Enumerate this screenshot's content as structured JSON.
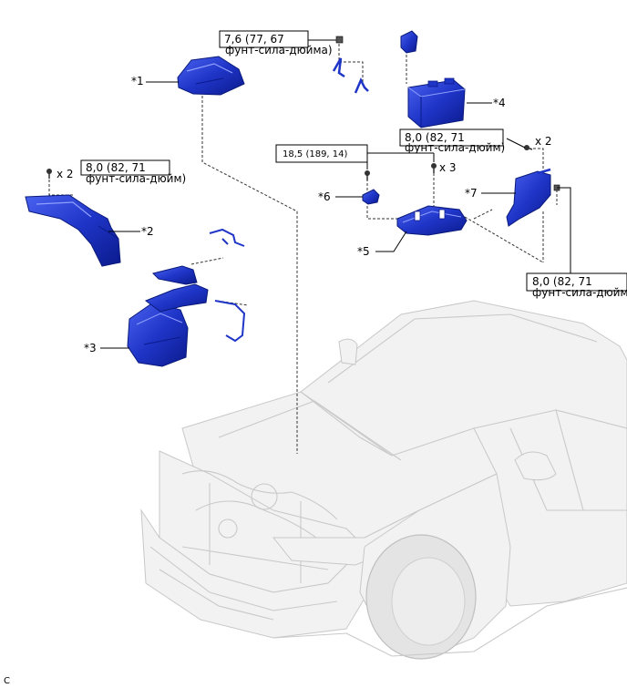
{
  "parts": {
    "p1": "*1",
    "p2": "*2",
    "p3": "*3",
    "p4": "*4",
    "p5": "*5",
    "p6": "*6",
    "p7": "*7"
  },
  "torques": {
    "t1": {
      "line1": "7,6 (77, 67",
      "line2": "фунт-сила-дюйма)"
    },
    "t2": {
      "line1": "8,0 (82, 71",
      "line2": "фунт-сила-дюйм)"
    },
    "t3": {
      "line1": "8,0 (82, 71",
      "line2": "фунт-сила-дюйм)"
    },
    "t4": {
      "line1": "18,5 (189, 14)"
    },
    "t5": {
      "line1": "8,0 (82, 71",
      "line2": "фунт-сила-дюйм"
    }
  },
  "quantities": {
    "q1": "x 2",
    "q2": "x 2",
    "q3": "x 3"
  },
  "corner_code": "C",
  "colors": {
    "part_blue": "#1f35c8",
    "part_dark": "#0b1a8c",
    "car_gray": "#c9c9c9"
  }
}
